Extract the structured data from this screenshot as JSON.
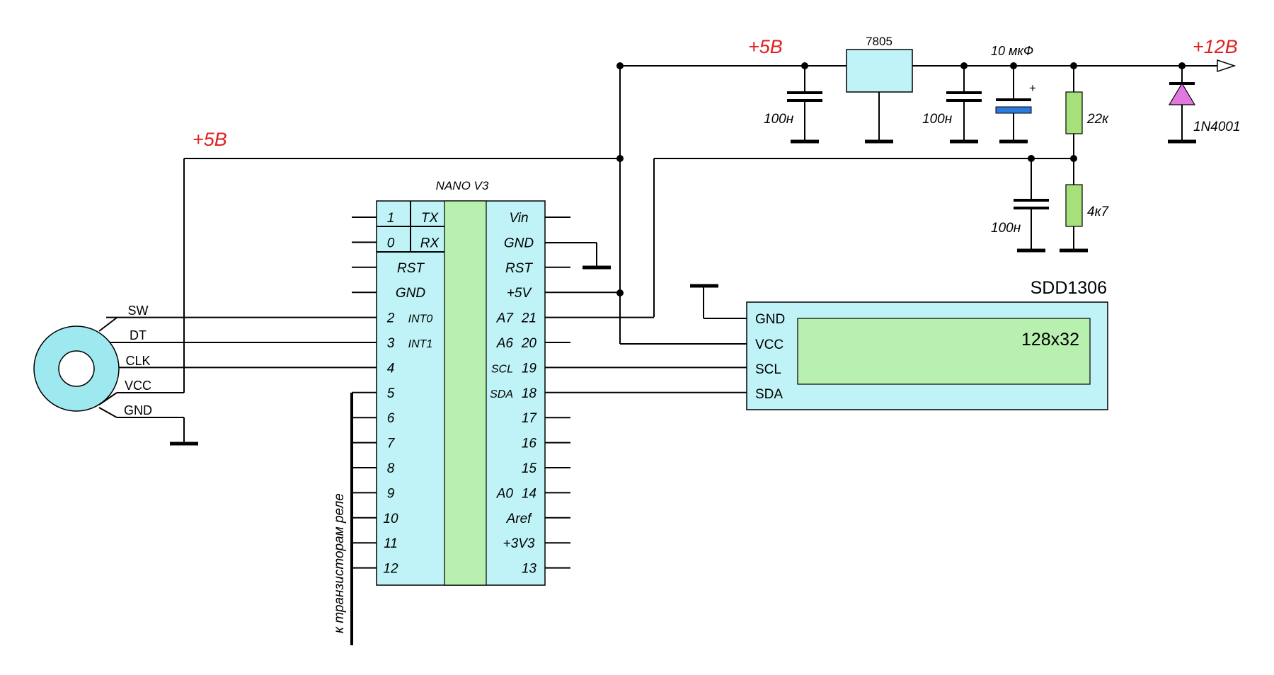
{
  "power": {
    "v5_top": "+5В",
    "v5_left": "+5В",
    "v12": "+12В",
    "regulator": "7805",
    "electrolytic_cap": "10 мкФ",
    "electrolytic_plus": "+",
    "cap_regulator_in": "100н",
    "cap_regulator_out": "100н",
    "cap_divider": "100н",
    "res_upper": "22к",
    "res_lower": "4к7",
    "diode": "1N4001"
  },
  "nano": {
    "title": "NANO V3",
    "left_pins": [
      {
        "num": "1",
        "func": "TX"
      },
      {
        "num": "0",
        "func": "RX"
      },
      {
        "num": "",
        "func": "RST"
      },
      {
        "num": "",
        "func": "GND"
      },
      {
        "num": "2",
        "func": "INT0"
      },
      {
        "num": "3",
        "func": "INT1"
      },
      {
        "num": "4",
        "func": ""
      },
      {
        "num": "5",
        "func": ""
      },
      {
        "num": "6",
        "func": ""
      },
      {
        "num": "7",
        "func": ""
      },
      {
        "num": "8",
        "func": ""
      },
      {
        "num": "9",
        "func": ""
      },
      {
        "num": "10",
        "func": ""
      },
      {
        "num": "11",
        "func": ""
      },
      {
        "num": "12",
        "func": ""
      }
    ],
    "right_pins": [
      {
        "label": "Vin",
        "num": ""
      },
      {
        "label": "GND",
        "num": ""
      },
      {
        "label": "RST",
        "num": ""
      },
      {
        "label": "+5V",
        "num": ""
      },
      {
        "label": "A7",
        "num": "21"
      },
      {
        "label": "A6",
        "num": "20"
      },
      {
        "label": "SCL",
        "num": "19"
      },
      {
        "label": "SDA",
        "num": "18"
      },
      {
        "label": "",
        "num": "17"
      },
      {
        "label": "",
        "num": "16"
      },
      {
        "label": "",
        "num": "15"
      },
      {
        "label": "A0",
        "num": "14"
      },
      {
        "label": "Aref",
        "num": ""
      },
      {
        "label": "+3V3",
        "num": ""
      },
      {
        "label": "",
        "num": "13"
      }
    ]
  },
  "encoder": {
    "pins": [
      "SW",
      "DT",
      "CLK",
      "VCC",
      "GND"
    ]
  },
  "display": {
    "title": "SDD1306",
    "resolution": "128x32",
    "pins": [
      "GND",
      "VCC",
      "SCL",
      "SDA"
    ]
  },
  "relay_label": "к транзисторам реле"
}
